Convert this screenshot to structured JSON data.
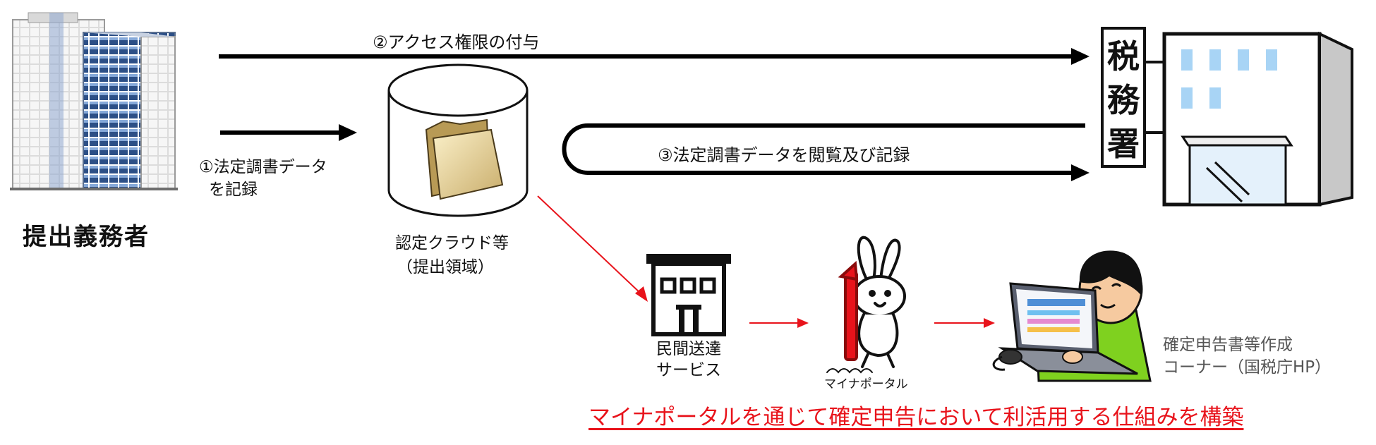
{
  "obligor": {
    "label": "提出義務者"
  },
  "cloud": {
    "label_line1": "認定クラウド等",
    "label_line2": "（提出領域）"
  },
  "tax_office": {
    "sign_chars": [
      "税",
      "務",
      "署"
    ]
  },
  "arrows": {
    "step1_line1": "①法定調書データ",
    "step1_line2": "を記録",
    "step2": "②アクセス権限の付与",
    "step3": "③法定調書データを閲覧及び記録"
  },
  "flow": {
    "private_service_line1": "民間送達",
    "private_service_line2": "サービス",
    "mynaportal": "マイナポータル",
    "nta_corner_line1": "確定申告書等作成",
    "nta_corner_line2": "コーナー（国税庁HP）"
  },
  "footer_note": "マイナポータルを通じて確定申告において利活用する仕組みを構築",
  "colors": {
    "accent_red": "#e8131b",
    "arrow_black": "#000000"
  }
}
